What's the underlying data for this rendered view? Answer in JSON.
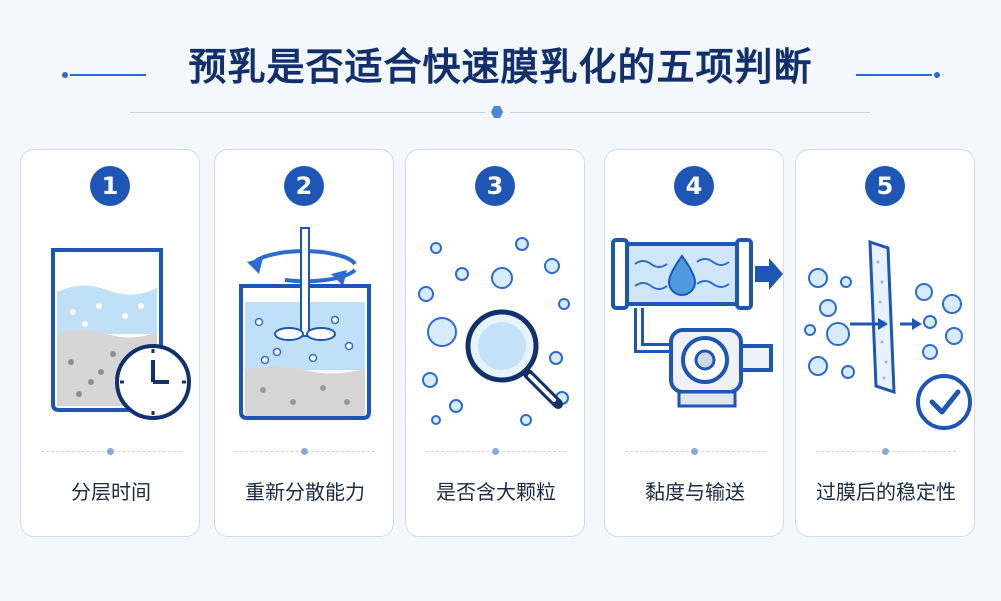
{
  "title": "预乳是否适合快速膜乳化的五项判断",
  "steps": [
    {
      "number": "1",
      "label": "分层时间",
      "icon": "beaker-clock-icon"
    },
    {
      "number": "2",
      "label": "重新分散能力",
      "icon": "stirring-beaker-icon"
    },
    {
      "number": "3",
      "label": "是否含大颗粒",
      "icon": "magnifier-particles-icon"
    },
    {
      "number": "4",
      "label": "黏度与输送",
      "icon": "pipe-pump-icon"
    },
    {
      "number": "5",
      "label": "过膜后的稳定性",
      "icon": "membrane-check-icon"
    }
  ],
  "colors": {
    "primary": "#1e56b5",
    "dark": "#12306b",
    "liquid": "#bfe0f7",
    "sediment": "#cfcfcf"
  }
}
